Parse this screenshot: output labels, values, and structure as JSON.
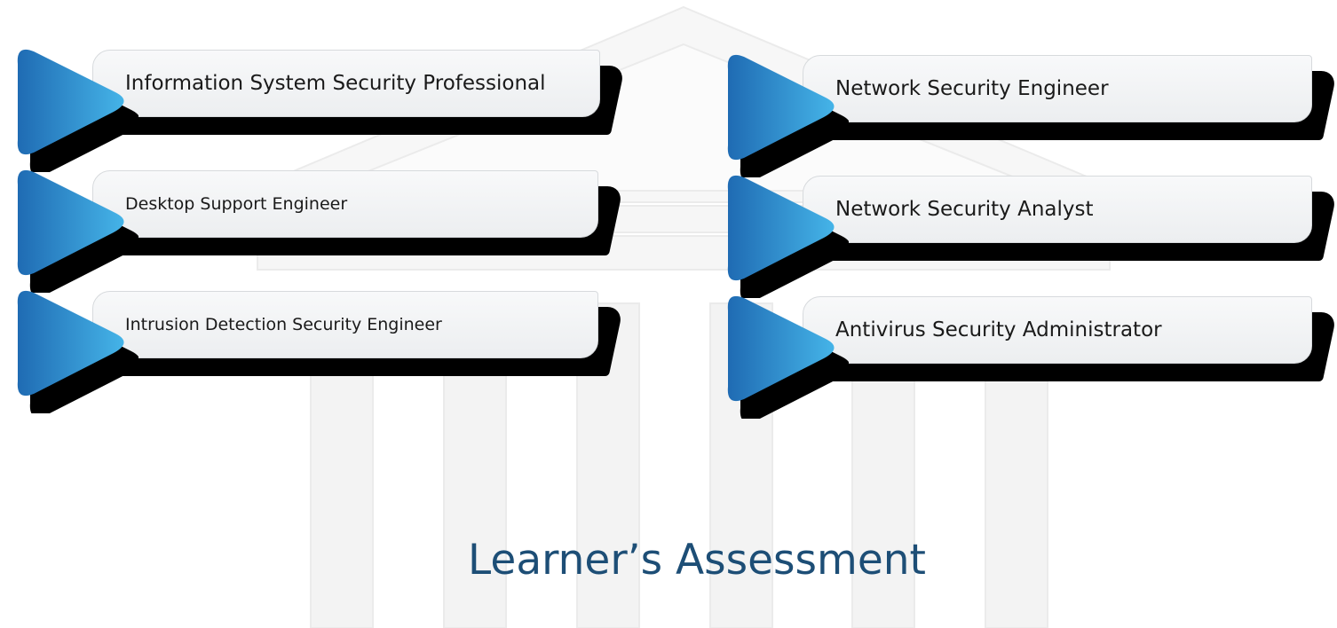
{
  "colors": {
    "accent_dark": "#1f6bb3",
    "accent_light": "#45b4e8",
    "title": "#1d4e76"
  },
  "roles": {
    "left": [
      "Information System Security Professional",
      "Desktop Support Engineer",
      "Intrusion Detection Security Engineer"
    ],
    "right": [
      "Network Security Engineer",
      "Network Security Analyst",
      "Antivirus Security Administrator"
    ]
  },
  "footer": {
    "title": "Learner’s Assessment"
  }
}
